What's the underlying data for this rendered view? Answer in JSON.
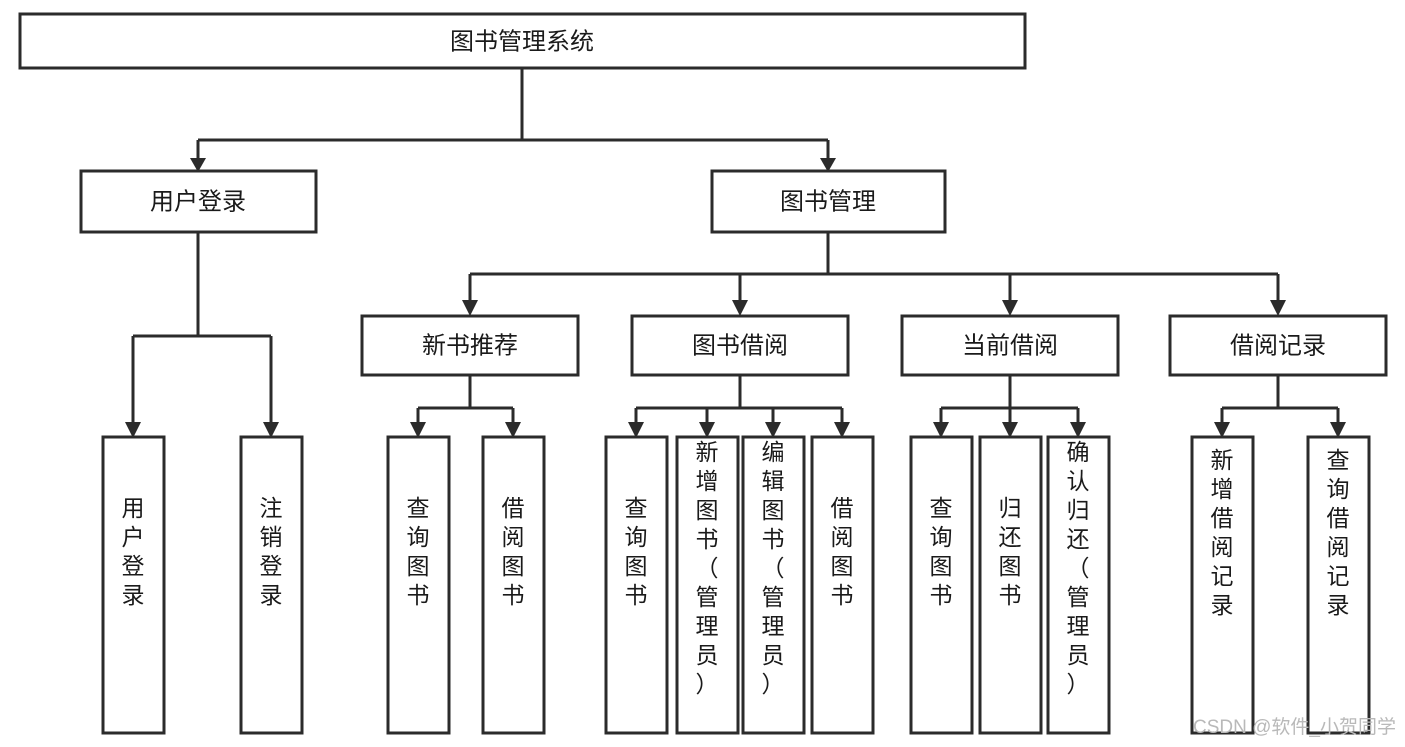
{
  "diagram": {
    "title": "图书管理系统",
    "type": "function-structure-tree",
    "orientation": "top-down",
    "levels": 4,
    "root": {
      "id": "root",
      "label": "图书管理系统",
      "text_orientation": "horizontal"
    },
    "level2": [
      {
        "id": "user-login",
        "label": "用户登录",
        "text_orientation": "horizontal"
      },
      {
        "id": "book-manage",
        "label": "图书管理",
        "text_orientation": "horizontal"
      }
    ],
    "level3": [
      {
        "id": "new-book-recommend",
        "label": "新书推荐",
        "parent": "book-manage",
        "text_orientation": "horizontal"
      },
      {
        "id": "book-borrow",
        "label": "图书借阅",
        "parent": "book-manage",
        "text_orientation": "horizontal"
      },
      {
        "id": "current-borrow",
        "label": "当前借阅",
        "parent": "book-manage",
        "text_orientation": "horizontal"
      },
      {
        "id": "borrow-record",
        "label": "借阅记录",
        "parent": "book-manage",
        "text_orientation": "horizontal"
      }
    ],
    "leaves": [
      {
        "id": "leaf-user-login",
        "label": "用户登录",
        "parent": "user-login",
        "text_orientation": "vertical"
      },
      {
        "id": "leaf-user-logout",
        "label": "注销登录",
        "parent": "user-login",
        "text_orientation": "vertical"
      },
      {
        "id": "leaf-query-book-rec",
        "label": "查询图书",
        "parent": "new-book-recommend",
        "text_orientation": "vertical"
      },
      {
        "id": "leaf-borrow-book-rec",
        "label": "借阅图书",
        "parent": "new-book-recommend",
        "text_orientation": "vertical"
      },
      {
        "id": "leaf-query-book-borrow",
        "label": "查询图书",
        "parent": "book-borrow",
        "text_orientation": "vertical"
      },
      {
        "id": "leaf-add-book-admin",
        "label": "新增图书（管理员）",
        "parent": "book-borrow",
        "text_orientation": "vertical"
      },
      {
        "id": "leaf-edit-book-admin",
        "label": "编辑图书（管理员）",
        "parent": "book-borrow",
        "text_orientation": "vertical"
      },
      {
        "id": "leaf-borrow-book",
        "label": "借阅图书",
        "parent": "book-borrow",
        "text_orientation": "vertical"
      },
      {
        "id": "leaf-query-book-current",
        "label": "查询图书",
        "parent": "current-borrow",
        "text_orientation": "vertical"
      },
      {
        "id": "leaf-return-book",
        "label": "归还图书",
        "parent": "current-borrow",
        "text_orientation": "vertical"
      },
      {
        "id": "leaf-confirm-return-admin",
        "label": "确认归还（管理员）",
        "parent": "current-borrow",
        "text_orientation": "vertical"
      },
      {
        "id": "leaf-add-borrow-record",
        "label": "新增借阅记录",
        "parent": "borrow-record",
        "text_orientation": "vertical"
      },
      {
        "id": "leaf-query-borrow-record",
        "label": "查询借阅记录",
        "parent": "borrow-record",
        "text_orientation": "vertical"
      }
    ]
  },
  "watermark": {
    "text": "CSDN @软件_小贺同学"
  },
  "colors": {
    "background": "#ffffff",
    "box_fill": "#ffffff",
    "box_stroke": "#2b2b2b",
    "connector": "#2b2b2b",
    "label": "#1a1a1a",
    "watermark": "#b9b9b9"
  }
}
